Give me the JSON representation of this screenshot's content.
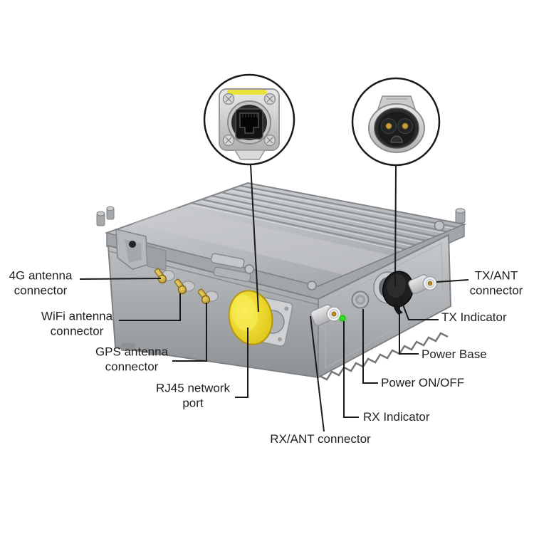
{
  "diagram": {
    "background_color": "#ffffff",
    "leader_line_color": "#1a1a1a",
    "device_colors": {
      "body_metal": "#b3b6b9",
      "rj45_dust_cap_yellow": "#f0dd1e",
      "antenna_connector_gold": "#c79a2a",
      "rx_led_green": "#2ee51e",
      "power_base_black": "#1d1e20"
    },
    "labels": {
      "g4": {
        "line1": "4G antenna",
        "line2": "connector"
      },
      "wifi": {
        "line1": "WiFi antenna",
        "line2": "connector"
      },
      "gps": {
        "line1": "GPS antenna",
        "line2": "connector"
      },
      "rj45": {
        "line1": "RJ45 network",
        "line2": "port"
      },
      "rxant": {
        "line1": "RX/ANT connector"
      },
      "rxind": {
        "line1": "RX Indicator"
      },
      "power_onoff": {
        "line1": "Power ON/OFF"
      },
      "power_base": {
        "line1": "Power Base"
      },
      "txind": {
        "line1": "TX Indicator"
      },
      "txant": {
        "line1": "TX/ANT",
        "line2": "connector"
      }
    }
  }
}
